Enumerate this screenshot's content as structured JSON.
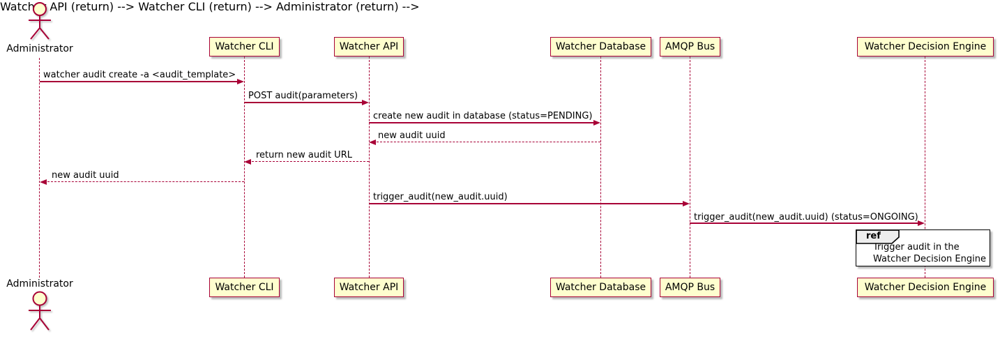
{
  "diagram_type": "sequence",
  "colors": {
    "participant_fill": "#FEFECE",
    "participant_border": "#A80036",
    "arrow": "#A80036",
    "lifeline": "#A80036",
    "ref_border": "#000000",
    "ref_header_fill": "#EEEEEE",
    "text": "#000000",
    "background": "#FFFFFF"
  },
  "participants": [
    {
      "label": "Administrator",
      "kind": "actor"
    },
    {
      "label": "Watcher CLI",
      "kind": "box"
    },
    {
      "label": "Watcher API",
      "kind": "box"
    },
    {
      "label": "Watcher Database",
      "kind": "box"
    },
    {
      "label": "AMQP Bus",
      "kind": "box"
    },
    {
      "label": "Watcher Decision Engine",
      "kind": "box"
    }
  ],
  "messages": [
    {
      "from": "Administrator",
      "to": "Watcher CLI",
      "label": "watcher audit create -a <audit_template>",
      "line": "solid",
      "direction": "right"
    },
    {
      "from": "Watcher CLI",
      "to": "Watcher API",
      "label": "POST audit(parameters)",
      "line": "solid",
      "direction": "right"
    },
    {
      "from": "Watcher API",
      "to": "Watcher Database",
      "label": "create new audit in database (status=PENDING)",
      "line": "solid",
      "direction": "right"
    },
    {
      "from": "Watcher Database",
      "to": "Watcher API",
      "label": "new audit uuid",
      "line": "dashed",
      "direction": "left"
    },
    {
      "from": "Watcher API",
      "to": "Watcher CLI",
      "label": "return new audit URL",
      "line": "dashed",
      "direction": "left"
    },
    {
      "from": "Watcher CLI",
      "to": "Administrator",
      "label": "new audit uuid",
      "line": "dashed",
      "direction": "left"
    },
    {
      "from": "Watcher API",
      "to": "AMQP Bus",
      "label": "trigger_audit(new_audit.uuid)",
      "line": "solid",
      "direction": "right"
    },
    {
      "from": "AMQP Bus",
      "to": "Watcher Decision Engine",
      "label": "trigger_audit(new_audit.uuid) (status=ONGOING)",
      "line": "solid",
      "direction": "right"
    }
  ],
  "ref": {
    "keyword": "ref",
    "target": "Watcher Decision Engine",
    "line1": "Trigger audit in the",
    "line2": "Watcher Decision Engine"
  }
}
